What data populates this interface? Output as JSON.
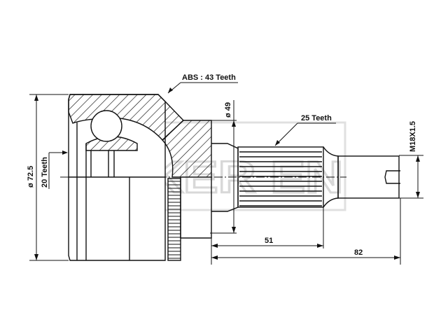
{
  "drawing": {
    "abs_label": "ABS : 43 Teeth",
    "outer_diameter_label": "ø 72.5",
    "inner_teeth_label": "20 Teeth",
    "neck_diameter_label": "ø 49",
    "spline_teeth_label": "25 Teeth",
    "thread_label": "M18X1.5",
    "spline_length_label": "51",
    "total_length_label": "82"
  },
  "watermark": {
    "text": "GKER EN"
  },
  "colors": {
    "line": "#111111",
    "watermark": "#d8d8d8"
  }
}
